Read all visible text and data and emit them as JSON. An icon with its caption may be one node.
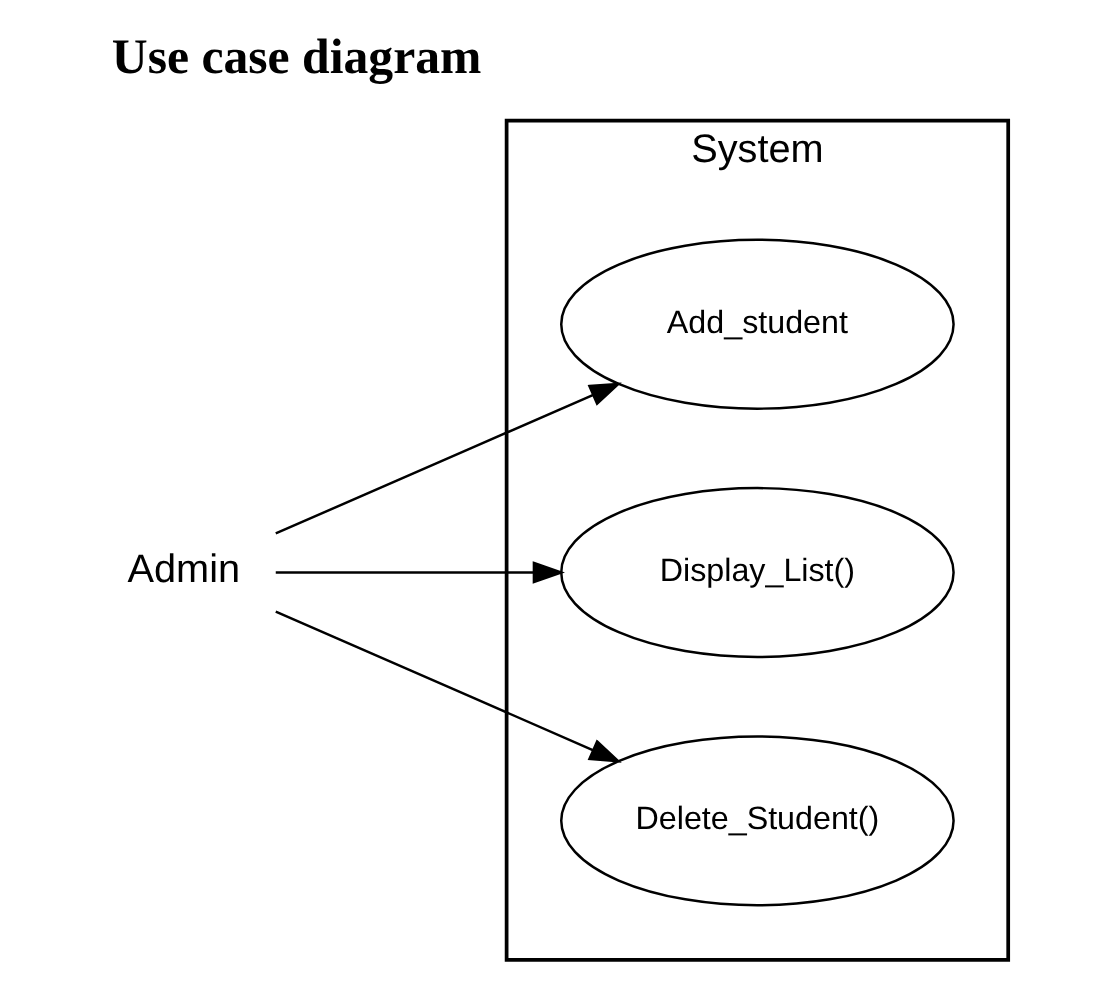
{
  "diagram": {
    "title": "Use case diagram",
    "nodes": [
      {
        "text": [
          "System"
        ]
      },
      {
        "text": [
          "Admin"
        ]
      },
      {
        "text": [
          "Add_student"
        ],
        "in": 0
      },
      {
        "text": [
          "Display_List()"
        ],
        "in": 0
      },
      {
        "text": [
          "Delete_Student()"
        ],
        "in": 0
      }
    ],
    "edges": [
      {
        "from": 1,
        "to": 2,
        "arrow": "to"
      },
      {
        "from": 1,
        "to": 3,
        "arrow": "to"
      },
      {
        "from": 1,
        "to": 4,
        "arrow": "to"
      }
    ]
  }
}
